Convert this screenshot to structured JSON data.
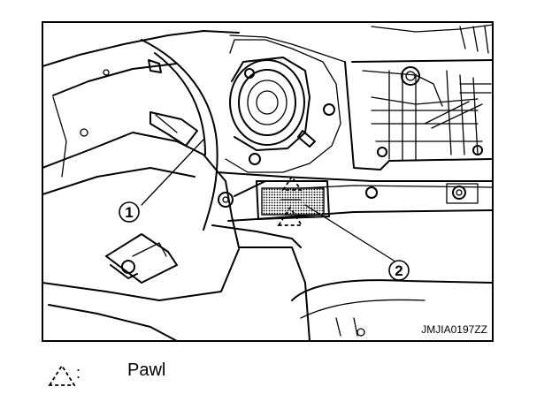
{
  "figure": {
    "code": "JMJIA0197ZZ",
    "callouts": [
      {
        "label": "1"
      },
      {
        "label": "2"
      }
    ]
  },
  "legend": {
    "symbol": "pawl-triangle-icon",
    "separator": ":",
    "label": "Pawl"
  }
}
